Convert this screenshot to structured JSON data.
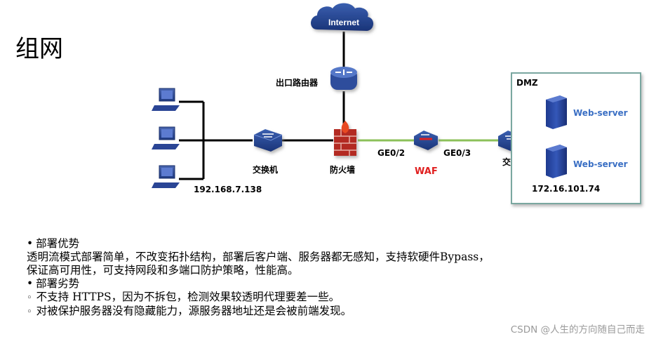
{
  "title": "组网",
  "diagram": {
    "internet": "Internet",
    "router": "出口路由器",
    "switch_left": "交换机",
    "firewall": "防火墙",
    "waf": "WAF",
    "port_left": "GE0/2",
    "port_right": "GE0/3",
    "switch_right": "交换机",
    "lan_ip": "192.168.7.138",
    "dmz_label": "DMZ",
    "server1": "Web-server",
    "server2": "Web-server",
    "dmz_ip": "172.16.101.74"
  },
  "notes": {
    "advantages_heading": "部署优势",
    "advantages_line1": "透明流模式部署简单，不改变拓扑结构，部署后客户端、服务器都无感知，支持软硬件Bypass，",
    "advantages_line2": "保证高可用性，可支持网段和多端口防护策略，性能高。",
    "disadvantages_heading": "部署劣势",
    "disadvantage1": "不支持 HTTPS，因为不拆包，检测效果较透明代理要差一些。",
    "disadvantage2": "对被保护服务器没有隐藏能力，源服务器地址还是会被前端发现。"
  },
  "watermark": "CSDN @人生的方向随自己而走",
  "colors": {
    "waf_label": "#e02020",
    "server_label": "#3a6fc4",
    "green_link": "#8cc05a",
    "dmz_border": "#7aa7a0"
  }
}
